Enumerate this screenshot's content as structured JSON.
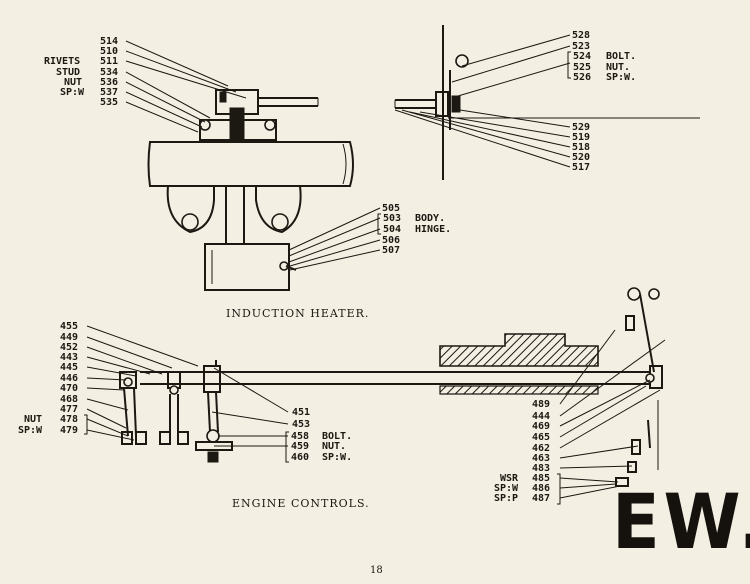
{
  "captions": {
    "induction": "INDUCTION HEATER.",
    "engine": "ENGINE CONTROLS."
  },
  "section_code": "EW.",
  "page_number": "18",
  "labels": [
    {
      "id": "l514",
      "text": "514"
    },
    {
      "id": "l510",
      "text": "510"
    },
    {
      "id": "l511",
      "text": "511"
    },
    {
      "id": "lrivets",
      "text": "RIVETS"
    },
    {
      "id": "l534",
      "text": "534"
    },
    {
      "id": "lstud",
      "text": "STUD"
    },
    {
      "id": "l536",
      "text": "536"
    },
    {
      "id": "lnut1",
      "text": "NUT"
    },
    {
      "id": "l537",
      "text": "537"
    },
    {
      "id": "lspw1",
      "text": "SP:W"
    },
    {
      "id": "l535",
      "text": "535"
    },
    {
      "id": "l528",
      "text": "528"
    },
    {
      "id": "l523",
      "text": "523"
    },
    {
      "id": "l524",
      "text": "524"
    },
    {
      "id": "lbolt1",
      "text": "BOLT."
    },
    {
      "id": "l525",
      "text": "525"
    },
    {
      "id": "lnut2",
      "text": "NUT."
    },
    {
      "id": "l526",
      "text": "526"
    },
    {
      "id": "lspw2",
      "text": "SP:W."
    },
    {
      "id": "l529",
      "text": "529"
    },
    {
      "id": "l519",
      "text": "519"
    },
    {
      "id": "l518",
      "text": "518"
    },
    {
      "id": "l520",
      "text": "520"
    },
    {
      "id": "l517",
      "text": "517"
    },
    {
      "id": "l505",
      "text": "505"
    },
    {
      "id": "l503",
      "text": "503"
    },
    {
      "id": "lbody",
      "text": "BODY."
    },
    {
      "id": "l504",
      "text": "504"
    },
    {
      "id": "lhinge",
      "text": "HINGE."
    },
    {
      "id": "l506",
      "text": "506"
    },
    {
      "id": "l507",
      "text": "507"
    },
    {
      "id": "l455",
      "text": "455"
    },
    {
      "id": "l449",
      "text": "449"
    },
    {
      "id": "l452",
      "text": "452"
    },
    {
      "id": "l443",
      "text": "443"
    },
    {
      "id": "l445",
      "text": "445"
    },
    {
      "id": "l446",
      "text": "446"
    },
    {
      "id": "l470",
      "text": "470"
    },
    {
      "id": "l468",
      "text": "468"
    },
    {
      "id": "l477",
      "text": "477"
    },
    {
      "id": "l478",
      "text": "478"
    },
    {
      "id": "lnut3",
      "text": "NUT"
    },
    {
      "id": "l479",
      "text": "479"
    },
    {
      "id": "lspw3",
      "text": "SP:W"
    },
    {
      "id": "l451",
      "text": "451"
    },
    {
      "id": "l453",
      "text": "453"
    },
    {
      "id": "l458",
      "text": "458"
    },
    {
      "id": "lbolt2",
      "text": "BOLT."
    },
    {
      "id": "l459",
      "text": "459"
    },
    {
      "id": "lnut4",
      "text": "NUT."
    },
    {
      "id": "l460",
      "text": "460"
    },
    {
      "id": "lspw4",
      "text": "SP:W."
    },
    {
      "id": "l489",
      "text": "489"
    },
    {
      "id": "l444",
      "text": "444"
    },
    {
      "id": "l469",
      "text": "469"
    },
    {
      "id": "l465",
      "text": "465"
    },
    {
      "id": "l462",
      "text": "462"
    },
    {
      "id": "l463",
      "text": "463"
    },
    {
      "id": "l483",
      "text": "483"
    },
    {
      "id": "l485",
      "text": "485"
    },
    {
      "id": "lwsr",
      "text": "WSR"
    },
    {
      "id": "l486",
      "text": "486"
    },
    {
      "id": "lspw5",
      "text": "SP:W"
    },
    {
      "id": "l487",
      "text": "487"
    },
    {
      "id": "lspp",
      "text": "SP:P"
    }
  ]
}
